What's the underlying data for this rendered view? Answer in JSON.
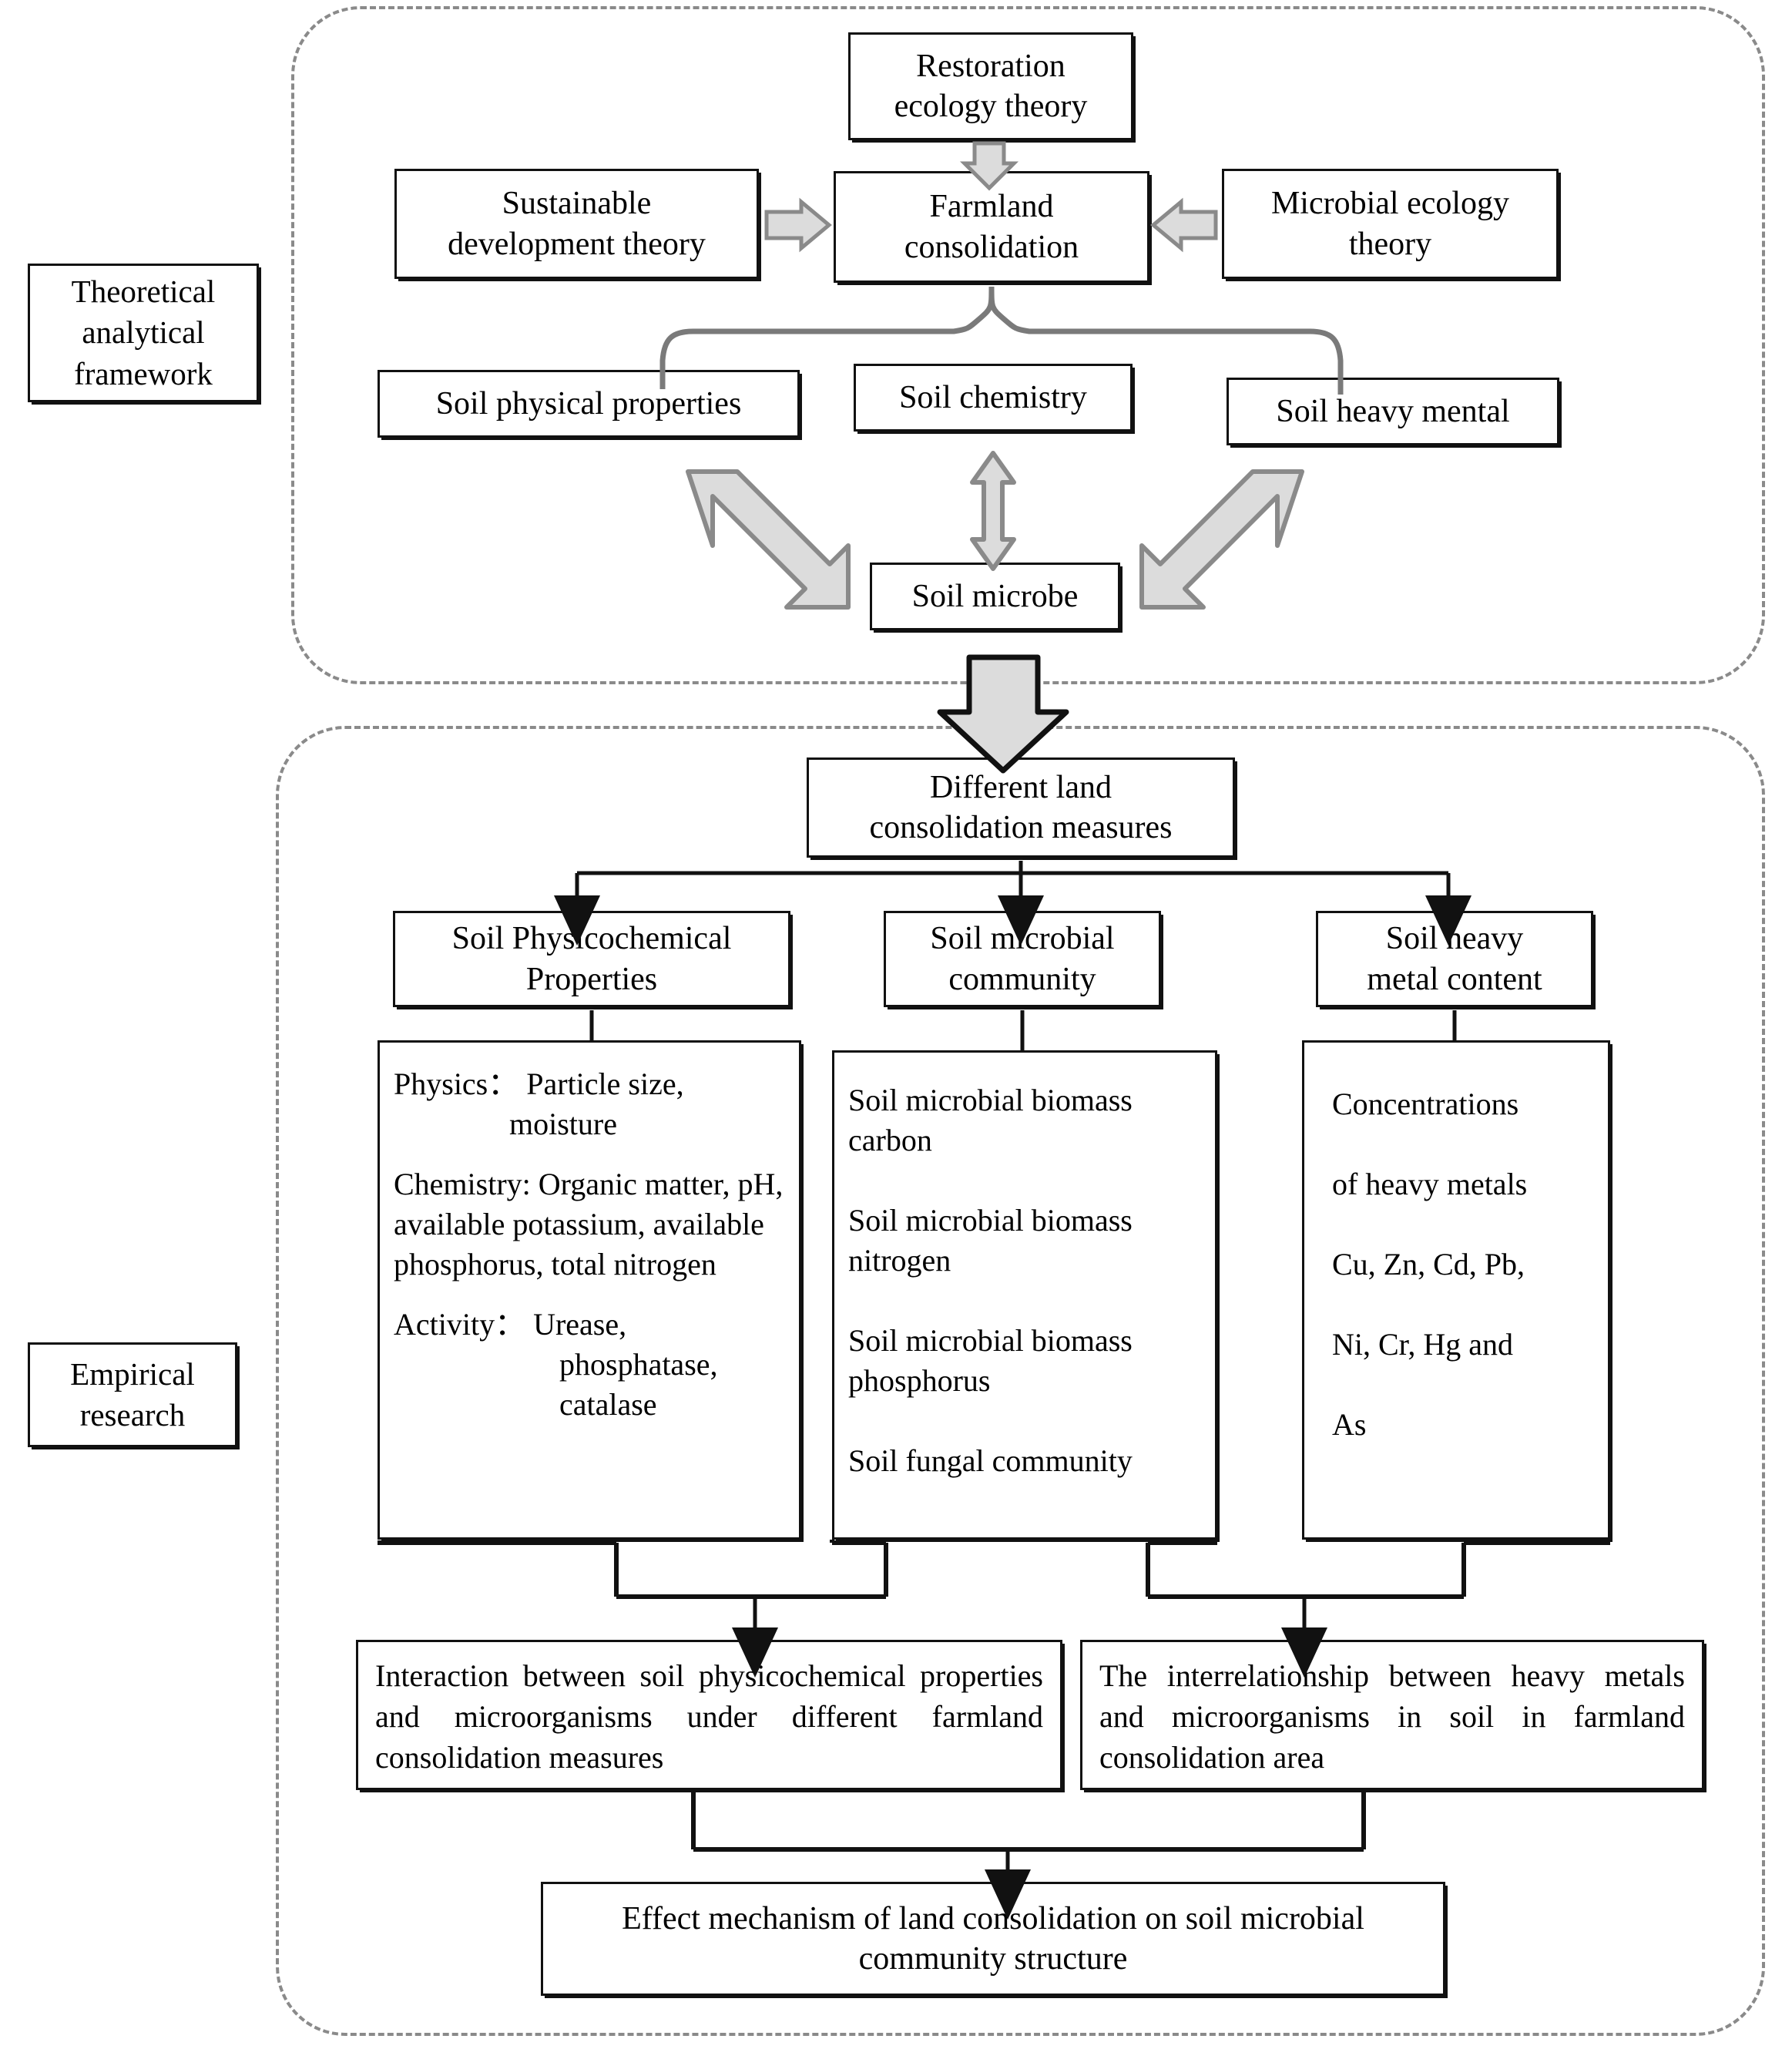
{
  "regions": {
    "theoretical": {
      "label": "Theoretical\nanalytical\nframework"
    },
    "empirical": {
      "label": "Empirical\nresearch"
    }
  },
  "side_labels": {
    "theoretical_line1": "Theoretical",
    "theoretical_line2": "analytical",
    "theoretical_line3": "framework",
    "empirical_line1": "Empirical",
    "empirical_line2": "research"
  },
  "theory": {
    "restoration": "Restoration\necology theory",
    "restoration_l1": "Restoration",
    "restoration_l2": "ecology theory",
    "sustainable_l1": "Sustainable",
    "sustainable_l2": "development theory",
    "microbial_l1": "Microbial ecology",
    "microbial_l2": "theory",
    "farmland_l1": "Farmland",
    "farmland_l2": "consolidation",
    "soil_physical": "Soil physical properties",
    "soil_chemistry": "Soil chemistry",
    "soil_heavy_mental": "Soil heavy mental",
    "soil_microbe": "Soil microbe"
  },
  "empirical": {
    "measures_l1": "Different land",
    "measures_l2": "consolidation measures",
    "col1_title_l1": "Soil Physicochemical",
    "col1_title_l2": "Properties",
    "col2_title_l1": "Soil microbial",
    "col2_title_l2": "community",
    "col3_title_l1": "Soil heavy",
    "col3_title_l2": "metal content",
    "col1_detail": {
      "physics": "Physics：  Particle size, moisture",
      "chemistry": "Chemistry: Organic matter, pH, available potassium, available phosphorus, total nitrogen",
      "activity": "Activity：  Urease, phosphatase, catalase"
    },
    "col2_detail": {
      "item1": "Soil microbial biomass carbon",
      "item2": "Soil microbial biomass nitrogen",
      "item3": "Soil microbial biomass phosphorus",
      "item4": "Soil fungal community"
    },
    "col3_detail": {
      "line1": "Concentrations",
      "line2": "of heavy  metals",
      "line3": "Cu, Zn, Cd, Pb,",
      "line4": "Ni, Cr, Hg and",
      "line5": "As"
    },
    "result_left": "Interaction between soil physicochemical properties and microorganisms under different farmland consolidation measures",
    "result_right": "The interrelationship between heavy metals and microorganisms in soil in farmland consolidation area",
    "conclusion_l1": "Effect mechanism of land consolidation on soil microbial",
    "conclusion_l2": "community structure"
  },
  "colors": {
    "stroke": "#111111",
    "dashed_region": "#8a8a8a",
    "block_arrow_fill": "#dcdcdc",
    "block_arrow_stroke": "#7a7a7a",
    "brace": "#7a7a7a"
  },
  "icons": {
    "block_arrow_right": "block-arrow-right-icon",
    "block_arrow_left": "block-arrow-left-icon",
    "block_arrow_down": "block-arrow-down-icon",
    "double_arrow": "double-headed-arrow-icon",
    "brace": "curly-brace-icon",
    "line_arrow_down": "line-arrow-down-icon"
  }
}
